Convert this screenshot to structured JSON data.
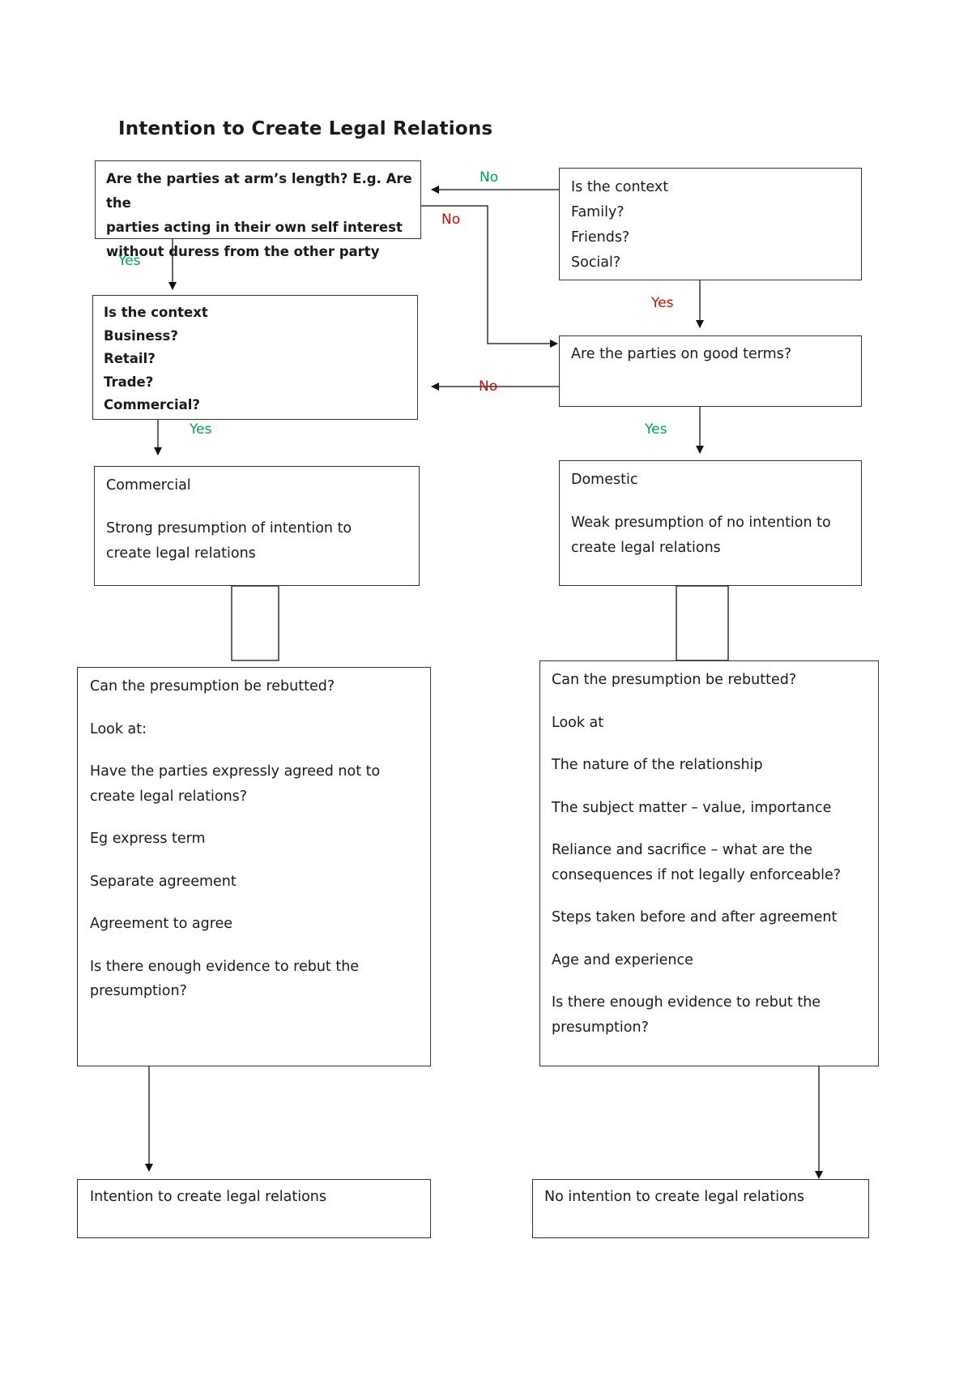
{
  "title": "Intention to Create Legal Relations",
  "boxes": {
    "arms_length": {
      "lines": [
        "Are the parties at arm’s length? E.g. Are the",
        "parties acting in their own self interest",
        "without duress from the other party"
      ]
    },
    "context_family": {
      "lines": [
        "Is the context",
        "Family?",
        "Friends?",
        "Social?"
      ]
    },
    "context_business": {
      "lines": [
        "Is the context",
        "Business?",
        "Retail?",
        "Trade?",
        "Commercial?"
      ]
    },
    "good_terms": {
      "lines": [
        "Are the parties on good terms?"
      ]
    },
    "commercial": {
      "heading": "Commercial",
      "lines": [
        "Strong presumption of intention to",
        "create legal relations"
      ]
    },
    "domestic": {
      "heading": "Domestic",
      "lines": [
        "Weak presumption of no intention to",
        "create legal relations"
      ]
    },
    "rebut_left": {
      "paragraphs": [
        [
          "Can the presumption be rebutted?"
        ],
        [
          "Look at:"
        ],
        [
          "Have the parties expressly agreed not to",
          "create legal relations?"
        ],
        [
          "Eg express term"
        ],
        [
          "Separate agreement"
        ],
        [
          "Agreement to agree"
        ],
        [
          "Is there enough evidence to rebut the",
          "presumption?"
        ]
      ]
    },
    "rebut_right": {
      "paragraphs": [
        [
          "Can the presumption be rebutted?"
        ],
        [
          "Look at"
        ],
        [
          "The nature of the relationship"
        ],
        [
          "The subject matter – value, importance"
        ],
        [
          "Reliance and sacrifice – what are the",
          "consequences if not legally enforceable?"
        ],
        [
          "Steps taken before and after agreement"
        ],
        [
          "Age and experience"
        ],
        [
          "Is there enough evidence to rebut the",
          "presumption?"
        ]
      ]
    },
    "outcome_left": {
      "lines": [
        "Intention to create legal relations"
      ]
    },
    "outcome_right": {
      "lines": [
        "No intention to create legal relations"
      ]
    }
  },
  "labels": {
    "no_top": "No",
    "no_cross": "No",
    "no_mid": "No",
    "yes_left_top": "Yes",
    "yes_right_top": "Yes",
    "yes_left_mid": "Yes",
    "yes_right_mid": "Yes"
  },
  "colors": {
    "yes_green": "#00a651",
    "no_red": "#e00000",
    "no_green": "#00a651"
  }
}
